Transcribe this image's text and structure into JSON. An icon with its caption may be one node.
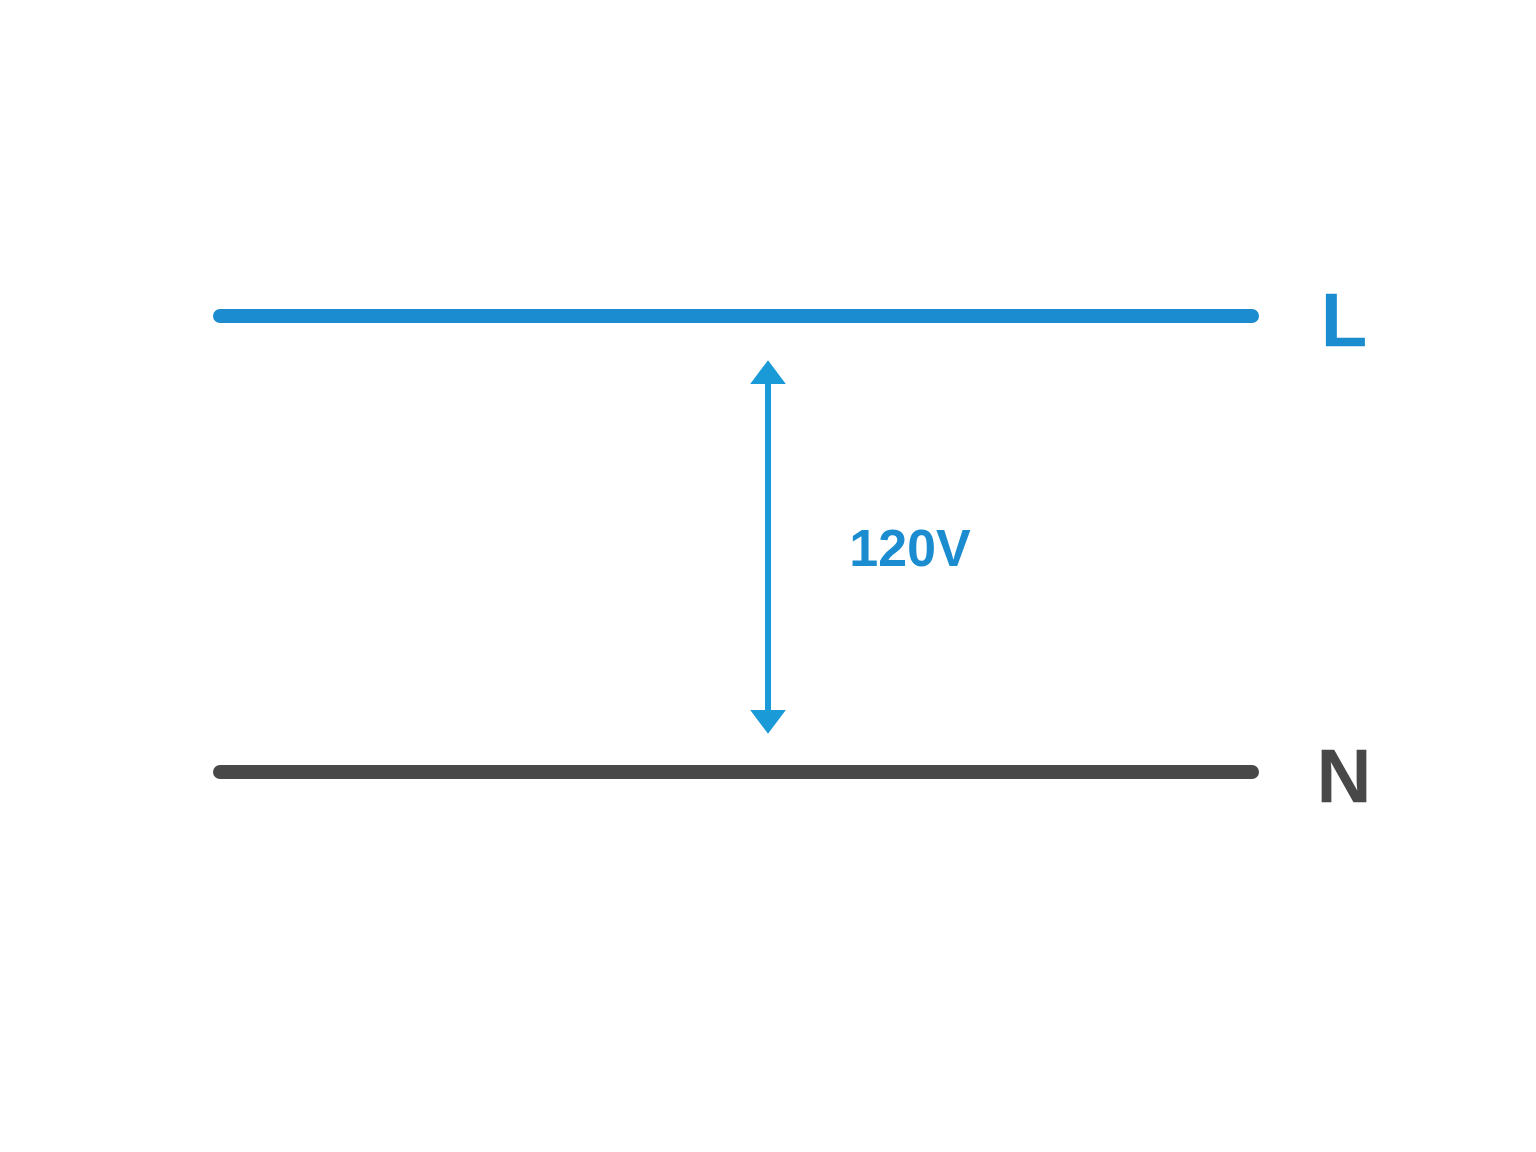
{
  "diagram": {
    "labels": [
      "L",
      "120V",
      "N"
    ]
  }
}
